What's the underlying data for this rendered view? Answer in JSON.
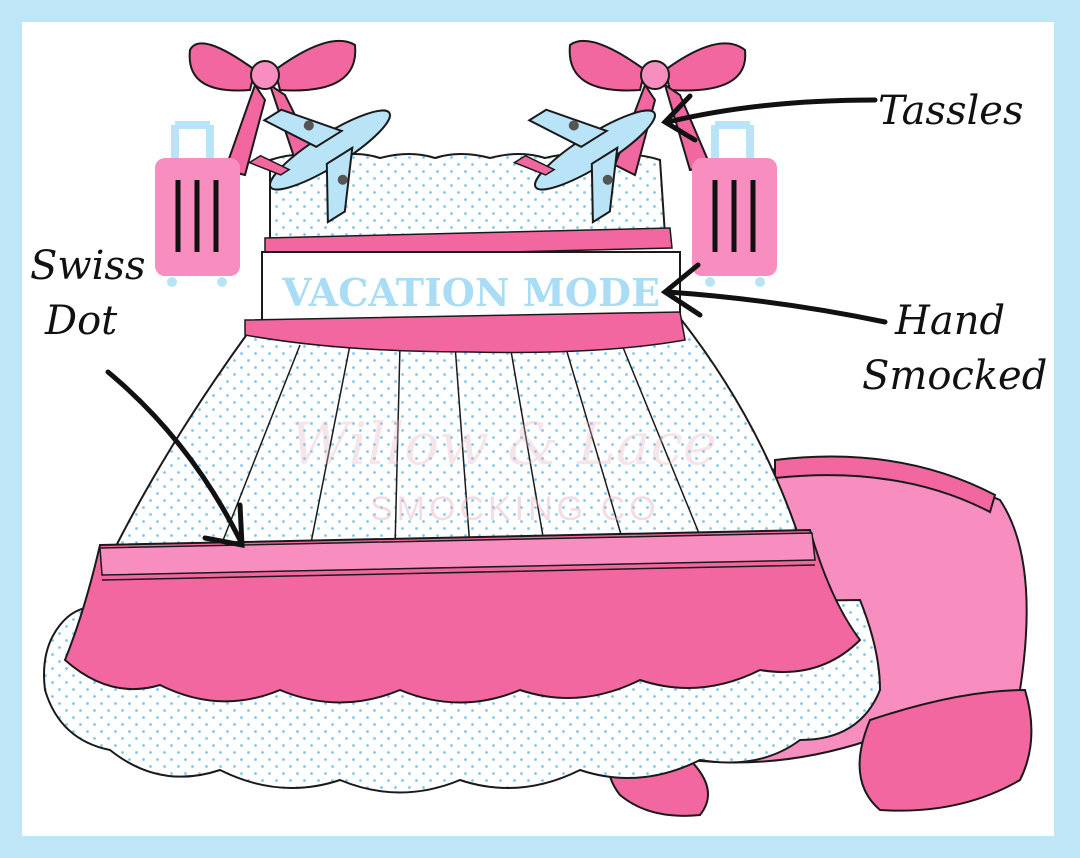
{
  "callouts": {
    "tassles": "Tassles",
    "hand_line1": "Hand",
    "hand_line2": "Smocked",
    "swiss_line1": "Swiss",
    "swiss_line2": "Dot"
  },
  "dress": {
    "smocked_text": "VACATION MODE"
  },
  "watermark": {
    "line1": "Willow & Lace",
    "line2": "SMOCKING CO"
  },
  "colors": {
    "frame": "#bfe6f7",
    "pink": "#f2679f",
    "light_pink": "#f88ec0",
    "light_blue": "#b9e4f8",
    "dot_blue": "#7fc7ec",
    "smock_text": "#a9dcf5"
  },
  "icons": [
    "bow-icon",
    "airplane-icon",
    "suitcase-icon",
    "arrow-icon"
  ]
}
